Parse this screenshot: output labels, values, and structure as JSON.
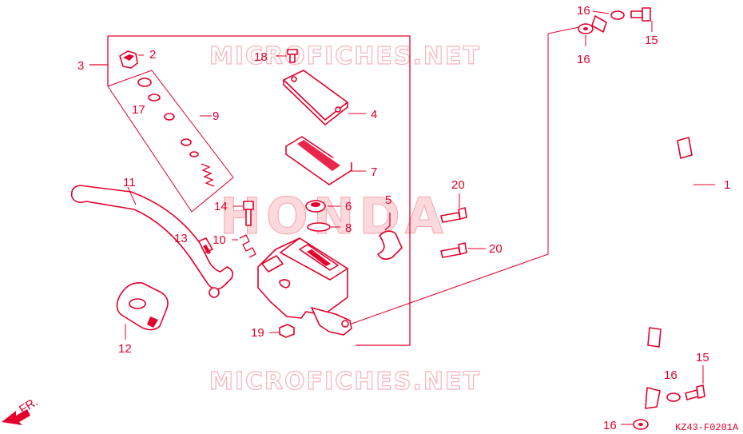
{
  "watermark": {
    "top": "MICROFICHES.NET",
    "bottom": "MICROFICHES.NET",
    "center": "HONDA"
  },
  "diagram_code": "KZ43-F0201A",
  "front_marker": "FR.",
  "callouts": {
    "c1": "1",
    "c2": "2",
    "c3": "3",
    "c4": "4",
    "c5": "5",
    "c6": "6",
    "c7": "7",
    "c8": "8",
    "c9": "9",
    "c10": "10",
    "c11": "11",
    "c12": "12",
    "c13": "13",
    "c14": "14",
    "c15a": "15",
    "c15b": "15",
    "c16a": "16",
    "c16b": "16",
    "c16c": "16",
    "c16d": "16",
    "c17": "17",
    "c18": "18",
    "c19": "19",
    "c20a": "20",
    "c20b": "20"
  },
  "colors": {
    "line": "#e4002b",
    "watermark": "#f6b3b8"
  }
}
